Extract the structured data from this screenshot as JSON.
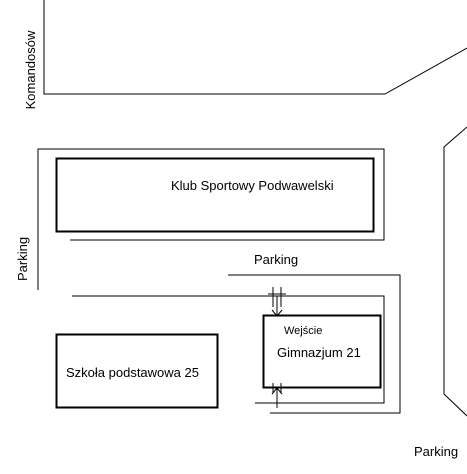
{
  "map": {
    "labels": {
      "street_komandosow": "Komandosów",
      "klub_sportowy": "Klub Sportowy Podwawelski",
      "parking_left": "Parking",
      "parking_top": "Parking",
      "wejscie": "Wejście",
      "gimnazjum": "Gimnazjum 21",
      "szkola": "Szkoła podstawowa 25",
      "parking_bottom_right": "Parking"
    },
    "colors": {
      "line": "#000000",
      "background": "#ffffff"
    }
  }
}
